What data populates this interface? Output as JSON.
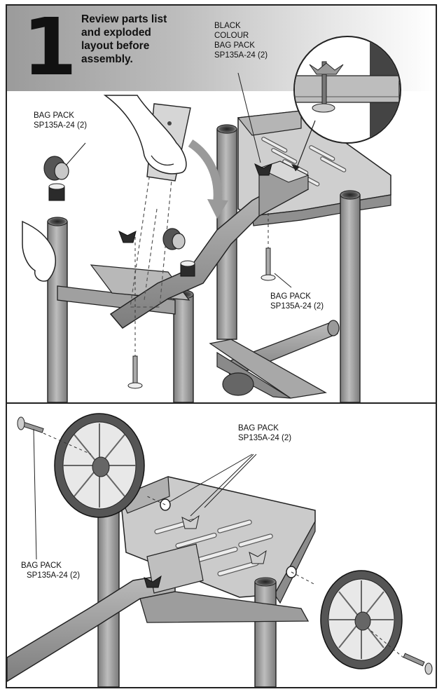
{
  "step": {
    "number": "1",
    "instruction_lines": [
      "Review parts list",
      "and exploded",
      "layout before",
      "assembly."
    ]
  },
  "callouts": {
    "top_left": [
      "BAG PACK",
      "SP135A-24 (2)"
    ],
    "top_right": [
      "BLACK",
      "COLOUR",
      "BAG PACK",
      "SP135A-24 (2)"
    ],
    "mid_right": [
      "BAG PACK",
      "SP135A-24 (2)"
    ],
    "bottom_center": [
      "BAG PACK",
      "SP135A-24 (2)"
    ],
    "bottom_left": [
      "BAG PACK",
      "SP135A-24 (2)"
    ]
  },
  "colors": {
    "frame": "#9a9a9a",
    "frame_dark": "#6f6f6f",
    "shelf": "#c9c9c9",
    "metal_dark": "#4a4a4a",
    "header_dark": "#9b9b9b"
  },
  "icons": [
    "hand-icon",
    "wing-nut-icon",
    "caster-wheel-icon",
    "bolt-icon",
    "washer-icon",
    "wheel-icon",
    "axle-pin-icon",
    "arrow-icon"
  ]
}
